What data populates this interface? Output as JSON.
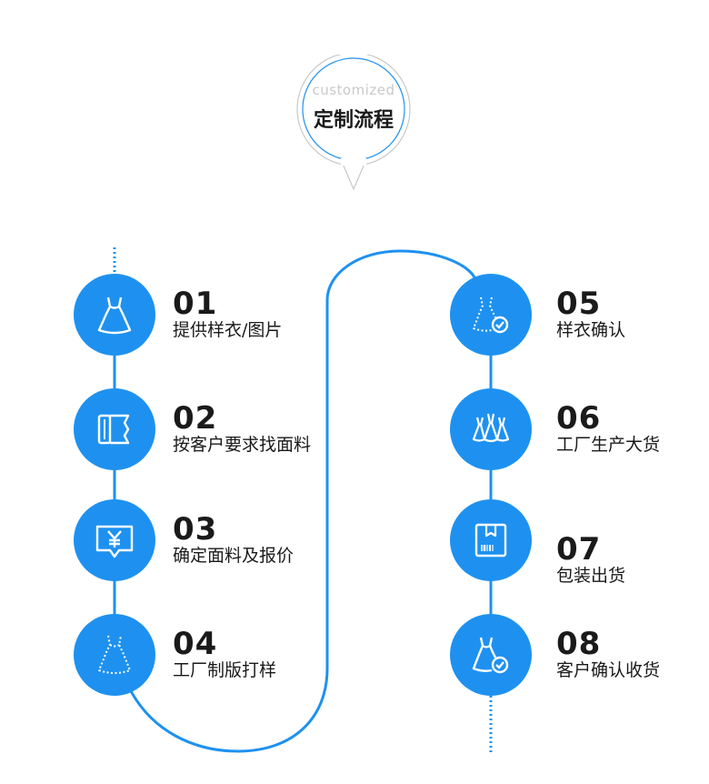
{
  "header": {
    "en": "customized",
    "cn": "定制流程"
  },
  "colors": {
    "accent": "#1e91f0",
    "text": "#1a1a1a",
    "muted": "#c9c9c9"
  },
  "steps": [
    {
      "num": "01",
      "label": "提供样衣/图片",
      "icon": "dress-icon"
    },
    {
      "num": "02",
      "label": "按客户要求找面料",
      "icon": "fabric-roll-icon"
    },
    {
      "num": "03",
      "label": "确定面料及报价",
      "icon": "yuan-price-icon"
    },
    {
      "num": "04",
      "label": "工厂制版打样",
      "icon": "dress-pattern-icon"
    },
    {
      "num": "05",
      "label": "样衣确认",
      "icon": "dress-check-icon"
    },
    {
      "num": "06",
      "label": "工厂生产大货",
      "icon": "dress-batch-icon"
    },
    {
      "num": "07",
      "label": "包装出货",
      "icon": "package-box-icon"
    },
    {
      "num": "08",
      "label": "客户确认收货",
      "icon": "dress-received-icon"
    }
  ]
}
